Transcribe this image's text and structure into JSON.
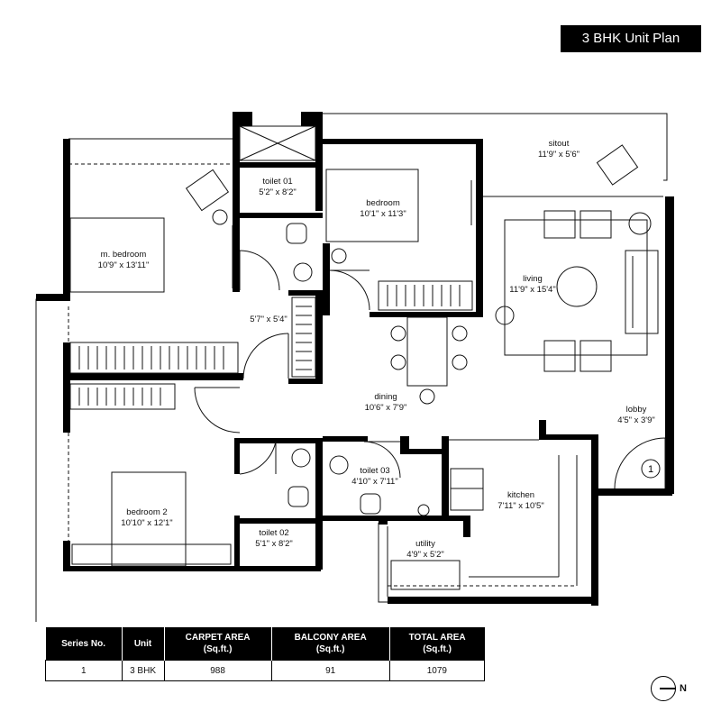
{
  "header": {
    "title": "3 BHK Unit Plan"
  },
  "rooms": {
    "sitout": {
      "name": "sitout",
      "dims": "11'9\" x 5'6\""
    },
    "bedroom": {
      "name": "bedroom",
      "dims": "10'1\" x 11'3\""
    },
    "toilet01": {
      "name": "toilet 01",
      "dims": "5'2\" x 8'2\""
    },
    "mbedroom": {
      "name": "m. bedroom",
      "dims": "10'9\" x 13'11\""
    },
    "living": {
      "name": "living",
      "dims": "11'9\" x 15'4\""
    },
    "passage": {
      "name": "",
      "dims": "5'7\" x 5'4\""
    },
    "dining": {
      "name": "dining",
      "dims": "10'6\" x 7'9\""
    },
    "lobby": {
      "name": "lobby",
      "dims": "4'5\" x 3'9\""
    },
    "toilet03": {
      "name": "toilet 03",
      "dims": "4'10\" x 7'11\""
    },
    "kitchen": {
      "name": "kitchen",
      "dims": "7'11\" x 10'5\""
    },
    "bedroom2": {
      "name": "bedroom 2",
      "dims": "10'10\" x 12'1\""
    },
    "toilet02": {
      "name": "toilet 02",
      "dims": "5'1\" x 8'2\""
    },
    "utility": {
      "name": "utility",
      "dims": "4'9\" x 5'2\""
    }
  },
  "entrance_marker": "1",
  "area_table": {
    "headers": [
      "Series No.",
      "Unit",
      "CARPET AREA\n(Sq.ft.)",
      "BALCONY AREA\n(Sq.ft.)",
      "TOTAL AREA\n(Sq.ft.)"
    ],
    "header_lines": [
      [
        "Series No."
      ],
      [
        "Unit"
      ],
      [
        "CARPET AREA",
        "(Sq.ft.)"
      ],
      [
        "BALCONY AREA",
        "(Sq.ft.)"
      ],
      [
        "TOTAL AREA",
        "(Sq.ft.)"
      ]
    ],
    "row": [
      "1",
      "3 BHK",
      "988",
      "91",
      "1079"
    ]
  },
  "compass": {
    "label": "N"
  }
}
